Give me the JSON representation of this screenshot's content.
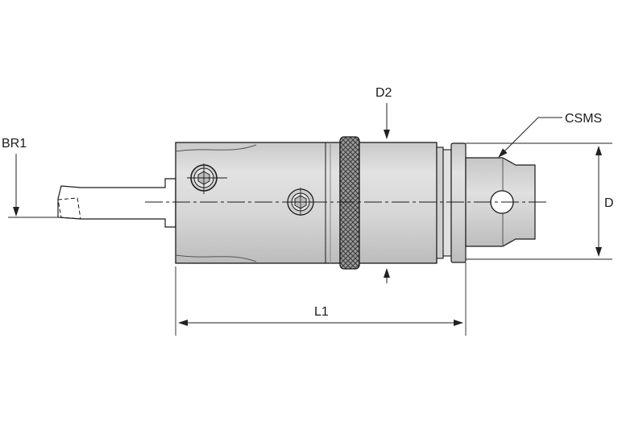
{
  "labels": {
    "br1": "BR1",
    "d2": "D2",
    "csms": "CSMS",
    "d": "D",
    "l1": "L1"
  },
  "colors": {
    "body_fill": "#d8d8d8",
    "body_shade": "#bdbdbd",
    "outline": "#1a1a1a",
    "dim_line": "#222222",
    "background": "#ffffff"
  },
  "icons": {
    "hex_screw_front": "hex-socket-screw",
    "hex_screw_rear": "hex-socket-screw",
    "knurled_ring": "knurled-adjustment-ring",
    "cross_hole": "cross-hole"
  }
}
